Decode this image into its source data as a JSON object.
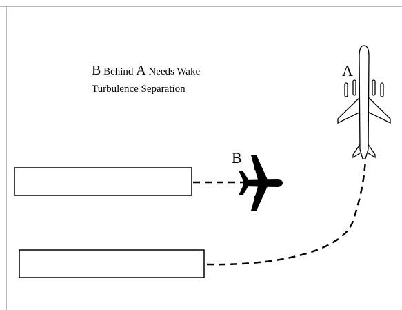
{
  "caption": {
    "b": "B",
    "behind": " Behind ",
    "a": "A",
    "needs": " Needs Wake",
    "line2": "Turbulence Separation"
  },
  "labels": {
    "aircraft_a": "A",
    "aircraft_b": "B"
  },
  "colors": {
    "line": "#000000",
    "aircraft_b_fill": "#000000",
    "aircraft_a_fill": "#ffffff",
    "frame": "#7a7a7a"
  },
  "icons": {
    "aircraft_a": "airplane-outline-icon",
    "aircraft_b": "airplane-solid-icon"
  }
}
